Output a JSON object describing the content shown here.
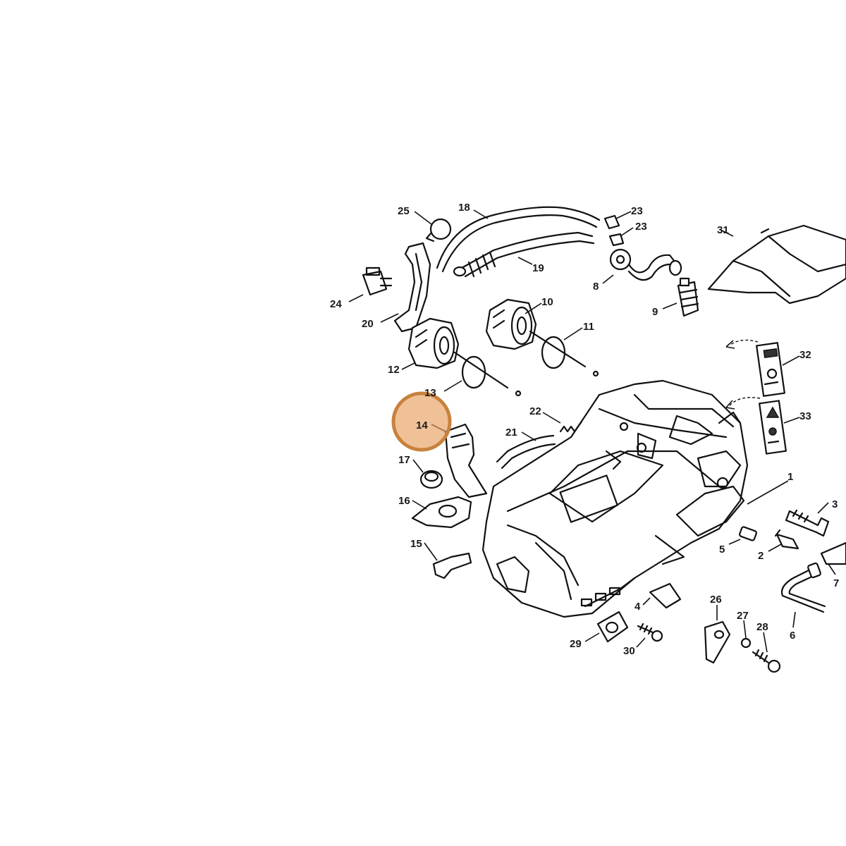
{
  "callouts": [
    "1",
    "2",
    "3",
    "4",
    "5",
    "6",
    "7",
    "8",
    "9",
    "10",
    "11",
    "12",
    "13",
    "14",
    "15",
    "16",
    "17",
    "18",
    "19",
    "20",
    "21",
    "22",
    "23",
    "23",
    "24",
    "25",
    "26",
    "27",
    "28",
    "29",
    "30",
    "31",
    "32",
    "33"
  ],
  "highlight": {
    "label": "14",
    "color": "#e8a060"
  },
  "colors": {
    "line": "#111111",
    "background": "#ffffff",
    "highlight_ring": "#c8823c"
  }
}
